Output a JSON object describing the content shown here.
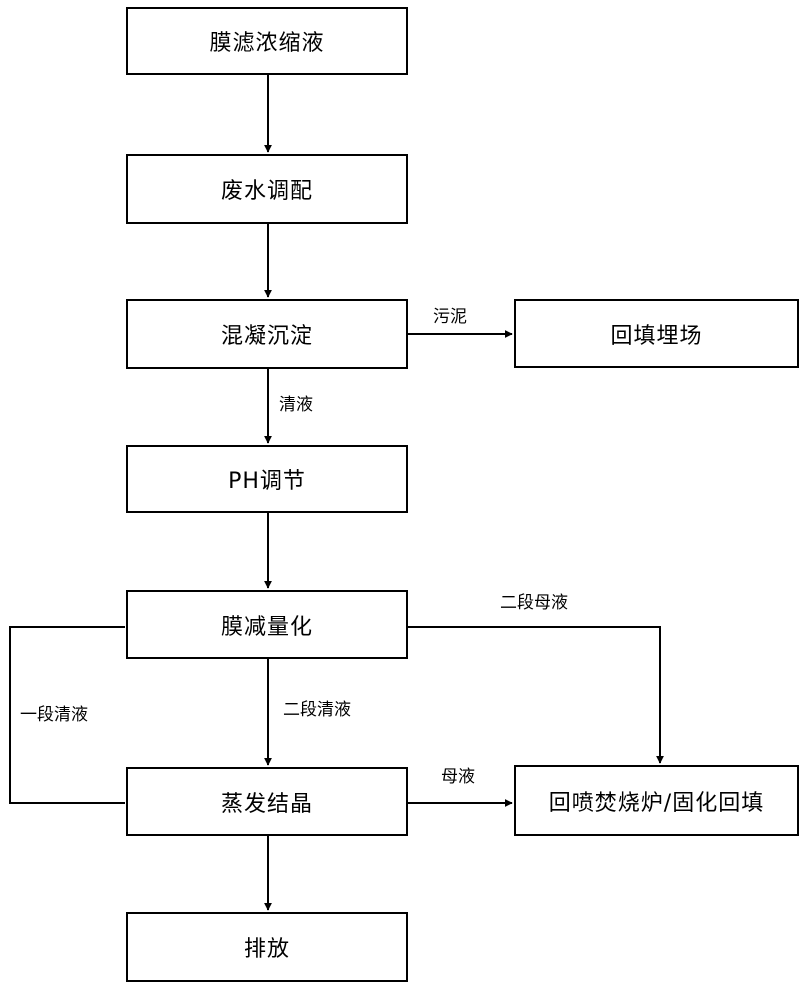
{
  "nodes": {
    "membrane_concentrate": "膜滤浓缩液",
    "wastewater_blending": "废水调配",
    "coagulation_sedimentation": "混凝沉淀",
    "landfill_backfill": "回填埋场",
    "ph_adjustment": "PH调节",
    "membrane_reduction": "膜减量化",
    "evaporation_crystallization": "蒸发结晶",
    "incinerator_backfill": "回喷焚烧炉/固化回填",
    "discharge": "排放"
  },
  "edge_labels": {
    "sludge": "污泥",
    "clear_liquid": "清液",
    "stage2_mother_liquor": "二段母液",
    "stage1_clear_liquid": "一段清液",
    "stage2_clear_liquid": "二段清液",
    "mother_liquor": "母液"
  }
}
